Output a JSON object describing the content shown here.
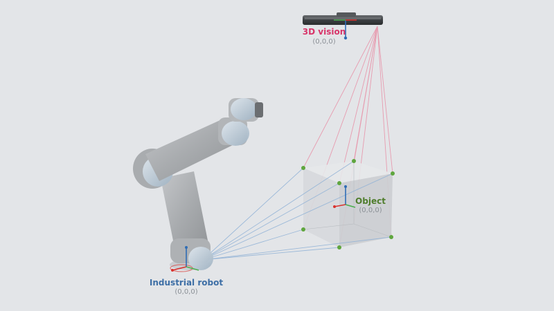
{
  "labels": {
    "camera": {
      "title": "3D vision",
      "coords": "(0,0,0)"
    },
    "object": {
      "title": "Object",
      "coords": "(0,0,0)"
    },
    "robot": {
      "title": "Industrial robot",
      "coords": "(0,0,0)"
    }
  },
  "colors": {
    "background": "#e3e5e8",
    "camera_label": "#d8356a",
    "object_label": "#4f7d2c",
    "robot_label": "#3e6fa6",
    "camera_rays": "#e88fa6",
    "robot_rays": "#8fb1d6",
    "cube_vertex": "#5fa63e",
    "axis_x": "#d9322e",
    "axis_y": "#4caf50",
    "axis_z": "#2f6db5"
  }
}
